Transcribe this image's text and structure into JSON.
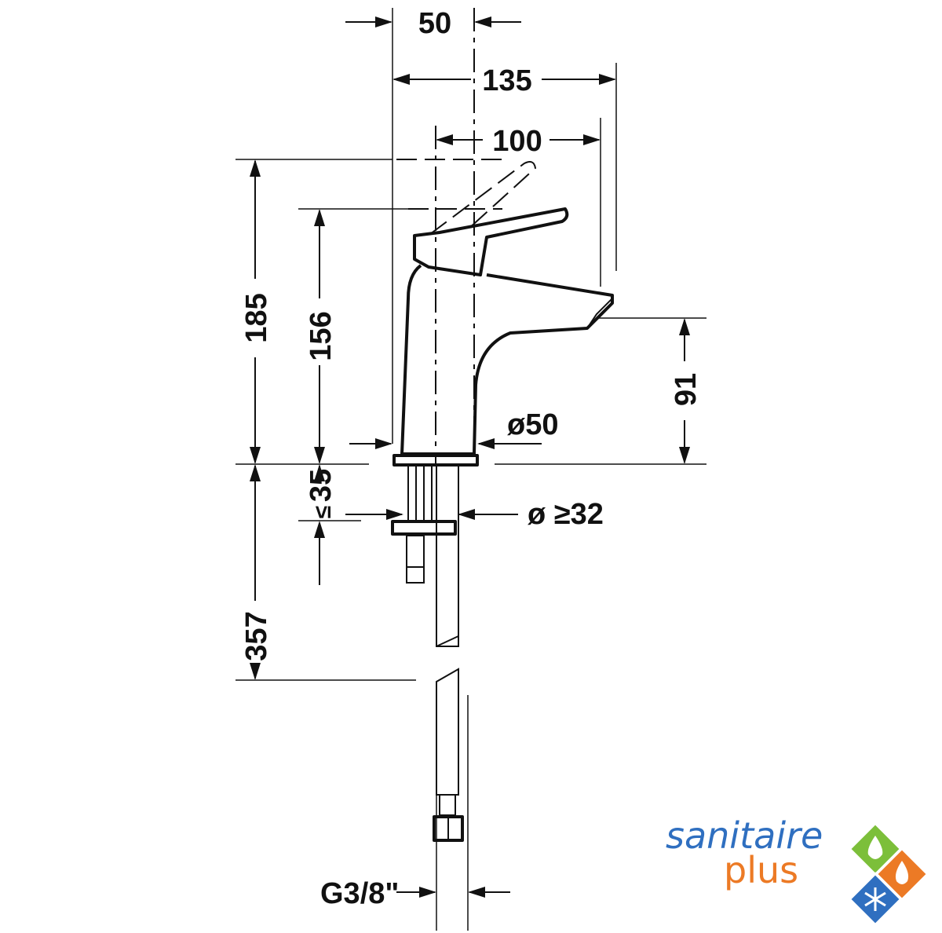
{
  "dimensions": {
    "top_offset": "50",
    "overall_depth": "135",
    "spout_reach": "100",
    "total_height": "185",
    "spout_height": "156",
    "outlet_height": "91",
    "base_diameter": "ø50",
    "max_deck_thickness": "35",
    "max_symbol": "≤",
    "hole_diameter": "ø ≥32",
    "hose_length": "357",
    "thread": "G3/8\""
  },
  "logo": {
    "line1": "sanitaire",
    "line2": "plus",
    "colors": {
      "blue": "#2f6fc0",
      "orange": "#ec7a25",
      "green": "#7cbf3a"
    }
  }
}
